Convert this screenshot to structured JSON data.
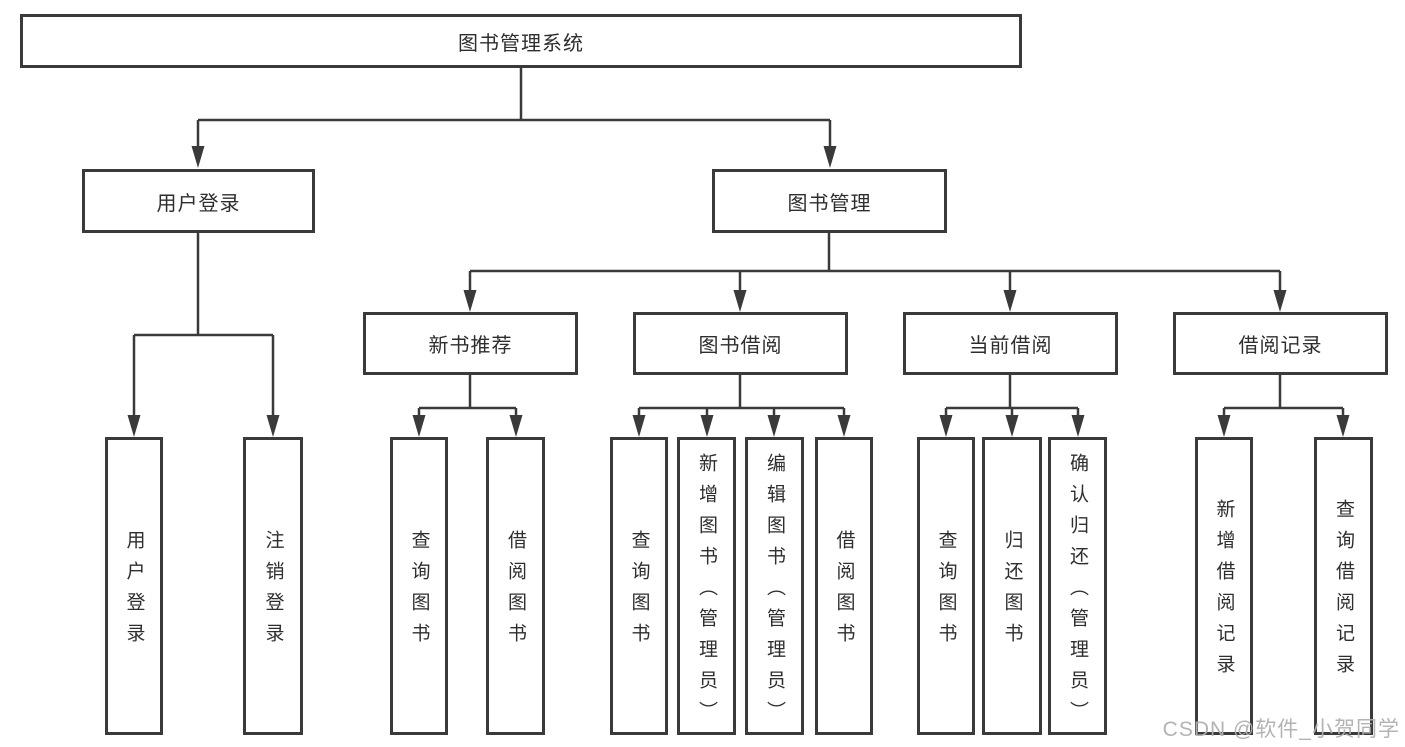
{
  "tree": {
    "root": {
      "label": "图书管理系统",
      "children": [
        {
          "label": "用户登录",
          "children": [
            {
              "label": "用户登录"
            },
            {
              "label": "注销登录"
            }
          ]
        },
        {
          "label": "图书管理",
          "children": [
            {
              "label": "新书推荐",
              "children": [
                {
                  "label": "查询图书"
                },
                {
                  "label": "借阅图书"
                }
              ]
            },
            {
              "label": "图书借阅",
              "children": [
                {
                  "label": "查询图书"
                },
                {
                  "label": "新增图书（管理员）"
                },
                {
                  "label": "编辑图书（管理员）"
                },
                {
                  "label": "借阅图书"
                }
              ]
            },
            {
              "label": "当前借阅",
              "children": [
                {
                  "label": "查询图书"
                },
                {
                  "label": "归还图书"
                },
                {
                  "label": "确认归还（管理员）"
                }
              ]
            },
            {
              "label": "借阅记录",
              "children": [
                {
                  "label": "新增借阅记录"
                },
                {
                  "label": "查询借阅记录"
                }
              ]
            }
          ]
        }
      ]
    }
  },
  "watermark": {
    "text": "CSDN @软件_小贺同学"
  },
  "colors": {
    "line": "#3a3a3a",
    "text": "#2e2e2e",
    "box_background": "#ffffff",
    "watermark": "#afafaf"
  }
}
